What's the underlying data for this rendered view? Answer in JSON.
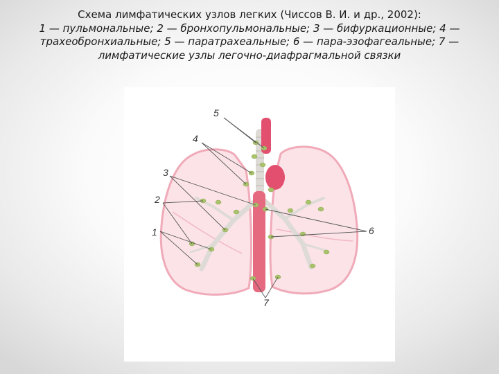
{
  "caption": {
    "title": "Схема лимфатических узлов легких (Чиссов В. И. и др., 2002):",
    "legend": "1 — пульмональные; 2 — бронхопульмональные; 3 — бифуркационные; 4 — трахеобронхиальные; 5 — паратрахеальные; 6 — пара-эзофагеальные; 7 — лимфатические узлы легочно-диафрагмальной связки"
  },
  "diagram": {
    "labels": [
      "1",
      "2",
      "3",
      "4",
      "5",
      "6",
      "7"
    ],
    "colors": {
      "lung_fill": "#fbe3e7",
      "lung_edge": "#f0aab8",
      "vessel": "#e5697f",
      "aorta": "#e24f6f",
      "node": "#a9c36b",
      "airway": "#dedbd7"
    }
  }
}
